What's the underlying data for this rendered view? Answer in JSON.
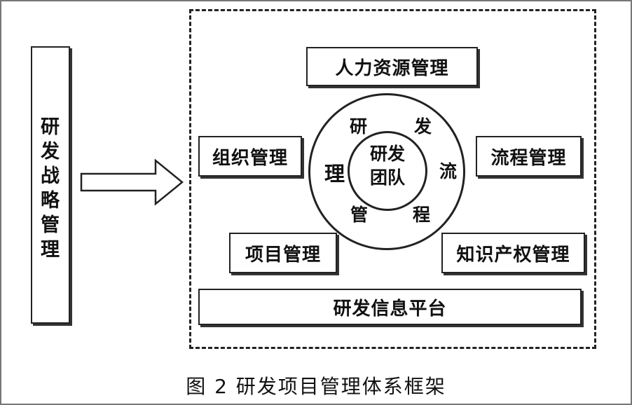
{
  "strategy_label": [
    "研",
    "发",
    "战",
    "略",
    "管",
    "理"
  ],
  "boxes": {
    "hr": "人力资源管理",
    "org": "组织管理",
    "process": "流程管理",
    "project": "项目管理",
    "ip": "知识产权管理",
    "platform": "研发信息平台"
  },
  "center": {
    "core_line1": "研发",
    "core_line2": "团队",
    "ring_chars": [
      "研",
      "发",
      "流",
      "程",
      "管",
      "理"
    ]
  },
  "caption": "图 2  研发项目管理体系框架"
}
